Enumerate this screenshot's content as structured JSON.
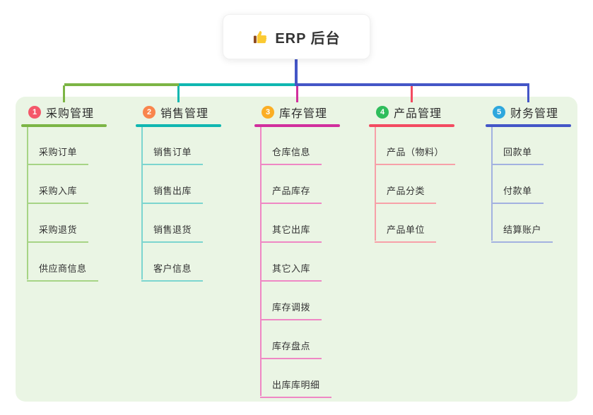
{
  "root": {
    "label": "ERP 后台",
    "icon": "thumbs-up-icon",
    "line_color": "#4456c7"
  },
  "panel_color": "#eaf5e4",
  "branches": [
    {
      "badge": "1",
      "label": "采购管理",
      "badge_color": "#f4586a",
      "line_color": "#7cb545",
      "child_line_color": "#a6d485",
      "children": [
        "采购订单",
        "采购入库",
        "采购退货",
        "供应商信息"
      ]
    },
    {
      "badge": "2",
      "label": "销售管理",
      "badge_color": "#f9854d",
      "line_color": "#10b7b1",
      "child_line_color": "#7cd5cf",
      "children": [
        "销售订单",
        "销售出库",
        "销售退货",
        "客户信息"
      ]
    },
    {
      "badge": "3",
      "label": "库存管理",
      "badge_color": "#fbae24",
      "line_color": "#d12f9d",
      "child_line_color": "#ef87c4",
      "children": [
        "仓库信息",
        "产品库存",
        "其它出库",
        "其它入库",
        "库存调拨",
        "库存盘点",
        "出库库明细"
      ]
    },
    {
      "badge": "4",
      "label": "产品管理",
      "badge_color": "#2fbd5c",
      "line_color": "#f34b61",
      "child_line_color": "#f7a0a8",
      "children": [
        "产品（物料）",
        "产品分类",
        "产品单位"
      ]
    },
    {
      "badge": "5",
      "label": "财务管理",
      "badge_color": "#2ea7dd",
      "line_color": "#4456c7",
      "child_line_color": "#a3b1e0",
      "children": [
        "回款单",
        "付款单",
        "结算账户"
      ]
    }
  ]
}
